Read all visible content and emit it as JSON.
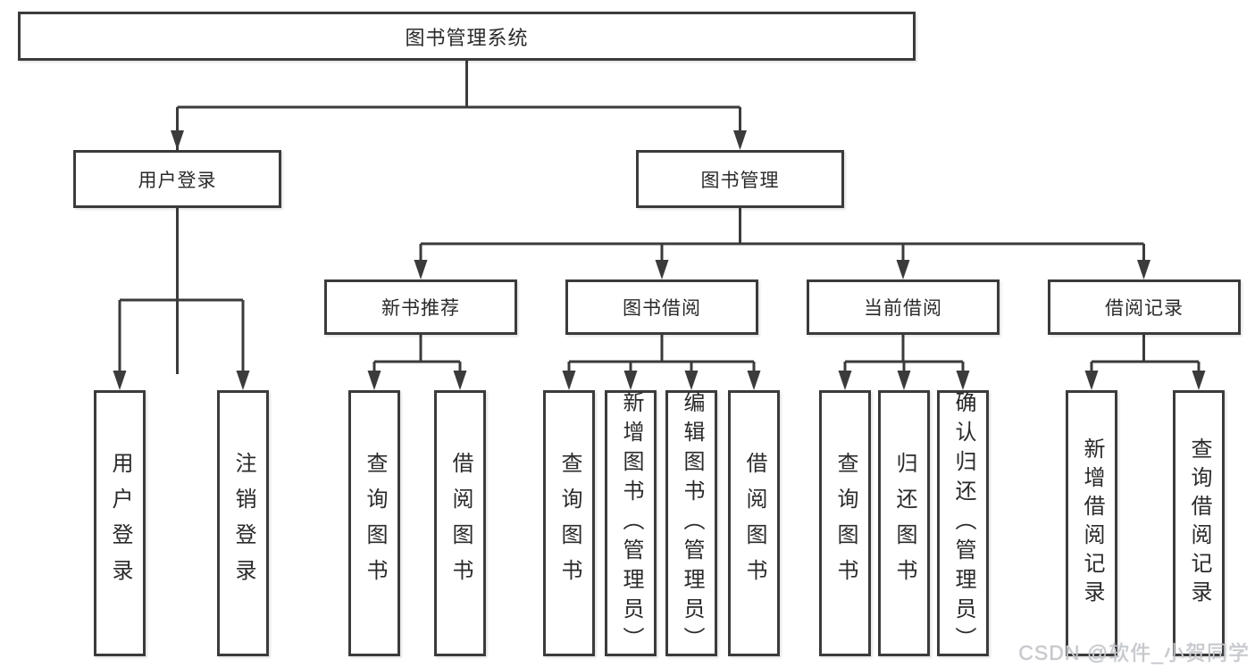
{
  "diagram": {
    "root": {
      "label": "图书管理系统"
    },
    "level2": [
      {
        "label": "用户登录"
      },
      {
        "label": "图书管理"
      }
    ],
    "level3": [
      {
        "label": "新书推荐"
      },
      {
        "label": "图书借阅"
      },
      {
        "label": "当前借阅"
      },
      {
        "label": "借阅记录"
      }
    ],
    "leaves": [
      {
        "label": "用户登录"
      },
      {
        "label": "注销登录"
      },
      {
        "label": "查询图书"
      },
      {
        "label": "借阅图书"
      },
      {
        "label": "查询图书"
      },
      {
        "label": "新增图书（管理员）"
      },
      {
        "label": "编辑图书（管理员）"
      },
      {
        "label": "借阅图书"
      },
      {
        "label": "查询图书"
      },
      {
        "label": "归还图书"
      },
      {
        "label": "确认归还（管理员）"
      },
      {
        "label": "新增借阅记录"
      },
      {
        "label": "查询借阅记录"
      }
    ],
    "watermark": "CSDN @软件_小贺同学",
    "colors": {
      "line": "#3b3b3b",
      "text": "#2a2a2a",
      "background": "#ffffff",
      "watermark": "#c6c9ce"
    }
  }
}
